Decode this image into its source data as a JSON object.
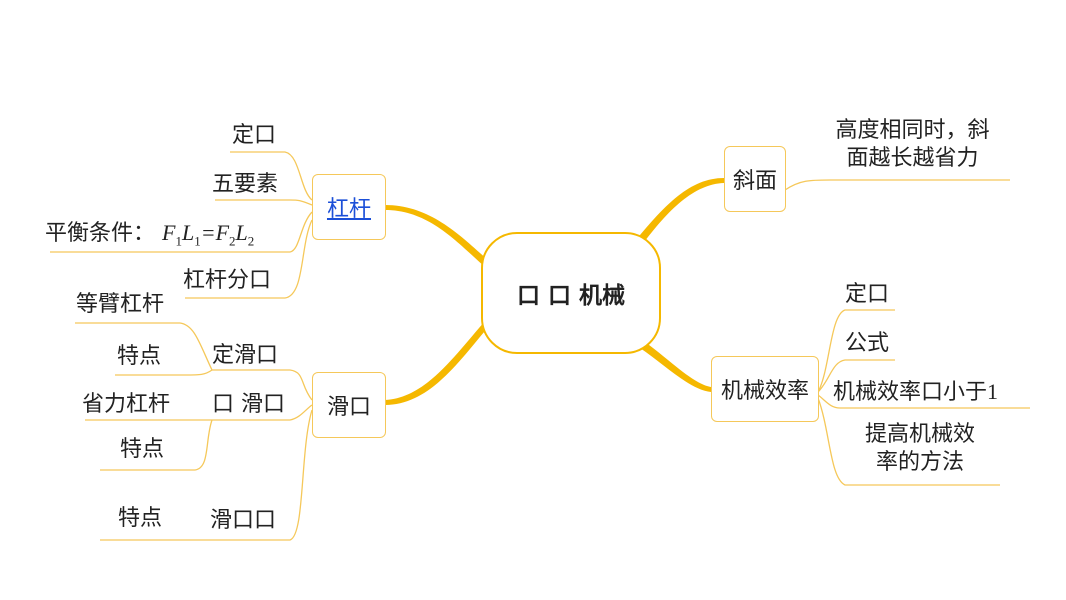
{
  "center": {
    "title": "口 口 机械"
  },
  "left": {
    "lever": {
      "label": "杠杆",
      "children": {
        "definition": "定口",
        "elements": "五要素",
        "balance_label": "平衡条件：",
        "formula": {
          "F": "F",
          "L": "L",
          "sub1": "1",
          "sub2": "2",
          "eq": "="
        },
        "classification": "杠杆分口"
      }
    },
    "pulley": {
      "label": "滑口",
      "fixed": {
        "label": "定滑口",
        "equal_arm": "等臂杠杆",
        "feature": "特点"
      },
      "movable": {
        "label": "口 滑口",
        "labor_saving": "省力杠杆",
        "feature": "特点"
      },
      "block": {
        "label": "滑口口",
        "feature": "特点"
      }
    }
  },
  "right": {
    "incline": {
      "label": "斜面",
      "note_line1": "高度相同时，斜",
      "note_line2": "面越长越省力"
    },
    "efficiency": {
      "label": "机械效率",
      "children": {
        "definition": "定口",
        "formula": "公式",
        "less_than_1": "机械效率口小于",
        "one": "1",
        "improve_line1": "提高机械效",
        "improve_line2": "率的方法"
      }
    }
  },
  "colors": {
    "branch": "#f5b800",
    "thin_line": "#f5c85a",
    "link": "#1b4fd8"
  }
}
